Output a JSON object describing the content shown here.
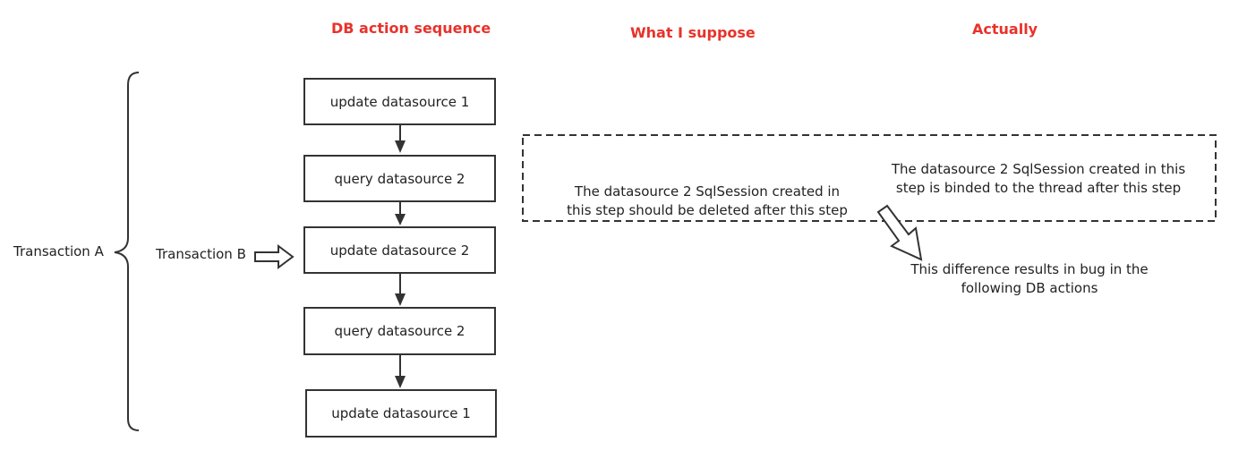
{
  "headers": {
    "sequence": "DB action sequence",
    "suppose": "What I suppose",
    "actually": "Actually"
  },
  "colors": {
    "header": "#e8322a",
    "stroke": "#333333",
    "text": "#222222"
  },
  "sequence_steps": [
    "update datasource 1",
    "query datasource 2",
    "update datasource 2",
    "query datasource 2",
    "update datasource 1"
  ],
  "transaction_a_label": "Transaction A",
  "transaction_b_label": "Transaction B",
  "suppose_note": {
    "line1": "The datasource 2 SqlSession created in",
    "line2": "this step should be deleted after this step"
  },
  "actually_note": {
    "line1": "The datasource 2 SqlSession created in this",
    "line2": "step is binded to the thread after this step"
  },
  "result_note": {
    "line1": "This difference results in bug in the",
    "line2": "following DB actions"
  }
}
